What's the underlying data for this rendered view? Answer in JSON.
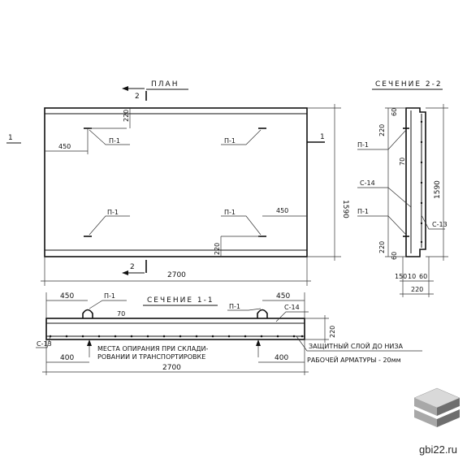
{
  "labels": {
    "plan_title": "ПЛАН",
    "section_22_title": "СЕЧЕНИЕ 2-2",
    "section_11_title": "СЕЧЕНИЕ 1-1",
    "view_mark_1": "1",
    "cut_mark_2_top": "2",
    "cut_mark_2_bottom": "2",
    "cut_mark_1_right": "1",
    "loop_p1_a": "П-1",
    "loop_p1_b": "П-1",
    "loop_p1_c": "П-1",
    "loop_p1_d": "П-1",
    "loop_p1_s22_top": "П-1",
    "loop_p1_s22_bottom": "П-1",
    "loop_p1_s11_left": "П-1",
    "loop_p1_s11_right": "П-1",
    "mesh_c14_s22": "С-14",
    "mesh_c13_s22": "С-13",
    "mesh_c14_s11": "С-14",
    "mesh_c13_s11": "С-13",
    "note_support": "МЕСТА ОПИРАНИЯ ПРИ СКЛАДИ-",
    "note_support_2": "РОВАНИИ И ТРАНСПОРТИРОВКЕ",
    "note_cover": "ЗАЩИТНЫЙ СЛОЙ ДО НИЗА",
    "note_cover_2": "РАБОЧЕЙ АРМАТУРЫ - 20мм",
    "watermark": "gbi22.ru"
  },
  "dimensions": {
    "plan_top_220": "220",
    "plan_left_450": "450",
    "plan_right_450": "450",
    "plan_bottom_220": "220",
    "plan_height_1590": "1590",
    "plan_width_2700": "2700",
    "s22_top_220": "220",
    "s22_top_60": "60",
    "s22_70": "70",
    "s22_height_1590": "1590",
    "s22_bottom_220": "220",
    "s22_bottom_60": "60",
    "s22_150": "150",
    "s22_10": "10",
    "s22_60b": "60",
    "s22_width_220": "220",
    "s11_left_450": "450",
    "s11_right_450": "450",
    "s11_70": "70",
    "s11_thickness_220": "220",
    "s11_left_400": "400",
    "s11_right_400": "400",
    "s11_width_2700": "2700"
  },
  "colors": {
    "ink": "#111111",
    "logo_light": "#d9d9d9",
    "logo_mid": "#a8a8a8",
    "logo_dark": "#6e6e6e"
  }
}
